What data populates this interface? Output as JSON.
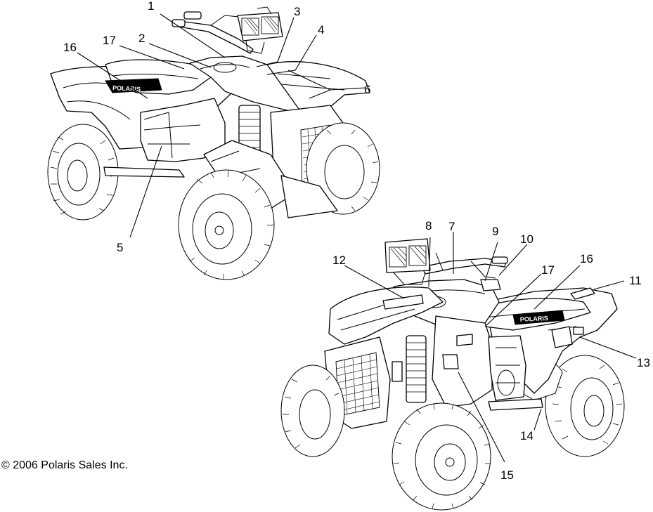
{
  "copyright": "© 2006 Polaris Sales Inc.",
  "brand_decal": "POLARIS",
  "callouts": [
    "1",
    "2",
    "3",
    "4",
    "5",
    "6",
    "7",
    "8",
    "9",
    "10",
    "11",
    "12",
    "13",
    "14",
    "15",
    "16",
    "17"
  ]
}
